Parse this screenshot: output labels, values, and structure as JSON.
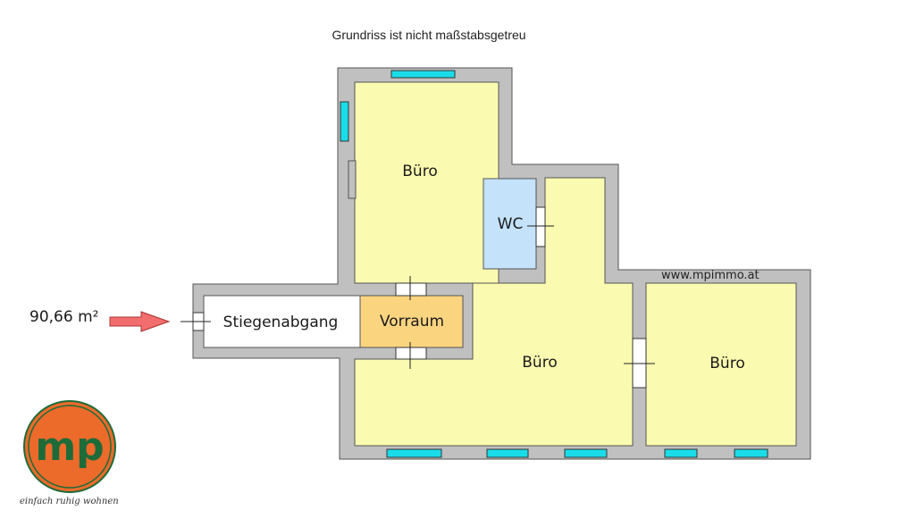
{
  "header": {
    "note": "Grundriss ist nicht maßstabsgetreu"
  },
  "plan": {
    "total_area": "90,66 m²",
    "rooms": [
      {
        "id": "buero-north",
        "label": "Büro",
        "color": "#fafbb0"
      },
      {
        "id": "wc",
        "label": "WC",
        "color": "#c4e2fa"
      },
      {
        "id": "stiegenabgang",
        "label": "Stiegenabgang",
        "color": "#ffffff"
      },
      {
        "id": "vorraum",
        "label": "Vorraum",
        "color": "#fbd480"
      },
      {
        "id": "buero-main",
        "label": "Büro",
        "color": "#fafbb0"
      },
      {
        "id": "buero-east",
        "label": "Büro",
        "color": "#fafbb0"
      }
    ],
    "colors": {
      "wall": "#c0c0c0",
      "window": "#18dde8",
      "arrow": "#f26d6d"
    }
  },
  "branding": {
    "website": "www.mpimmo.at",
    "logo_text": "mp",
    "logo_colors": {
      "circle": "#ec6a2a",
      "letters": "#1e6b3a"
    },
    "tagline": "einfach ruhig wohnen"
  }
}
